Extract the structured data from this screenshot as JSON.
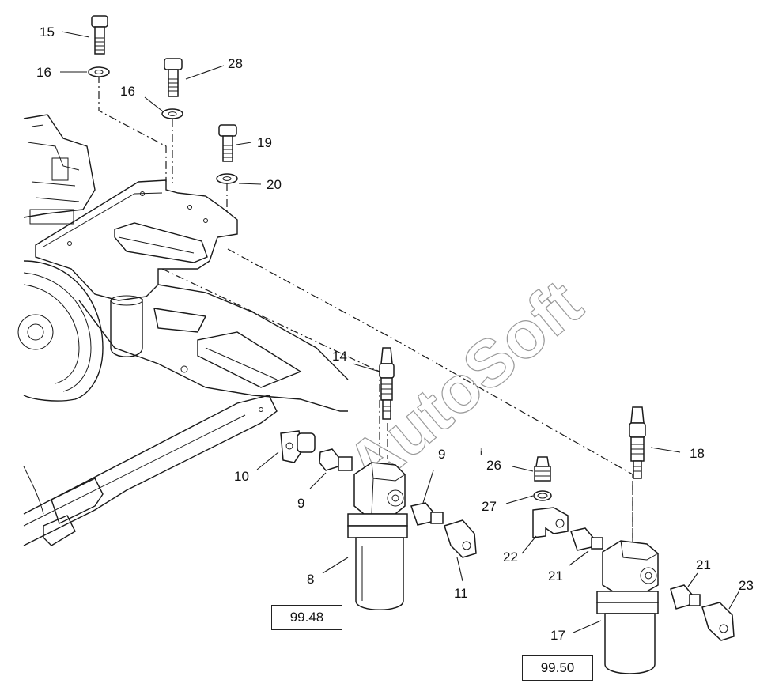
{
  "watermark": "AutoSoft",
  "callouts": {
    "c15": "15",
    "c16a": "16",
    "c28": "28",
    "c16b": "16",
    "c19": "19",
    "c20": "20",
    "c14": "14",
    "c10": "10",
    "c9a": "9",
    "c9b": "9",
    "c8": "8",
    "c11": "11",
    "c26": "26",
    "c27": "27",
    "c22": "22",
    "c21a": "21",
    "c18": "18",
    "c21b": "21",
    "c23": "23",
    "c17": "17",
    "c_i": "i"
  },
  "references": {
    "left": "99.48",
    "right": "99.50"
  }
}
